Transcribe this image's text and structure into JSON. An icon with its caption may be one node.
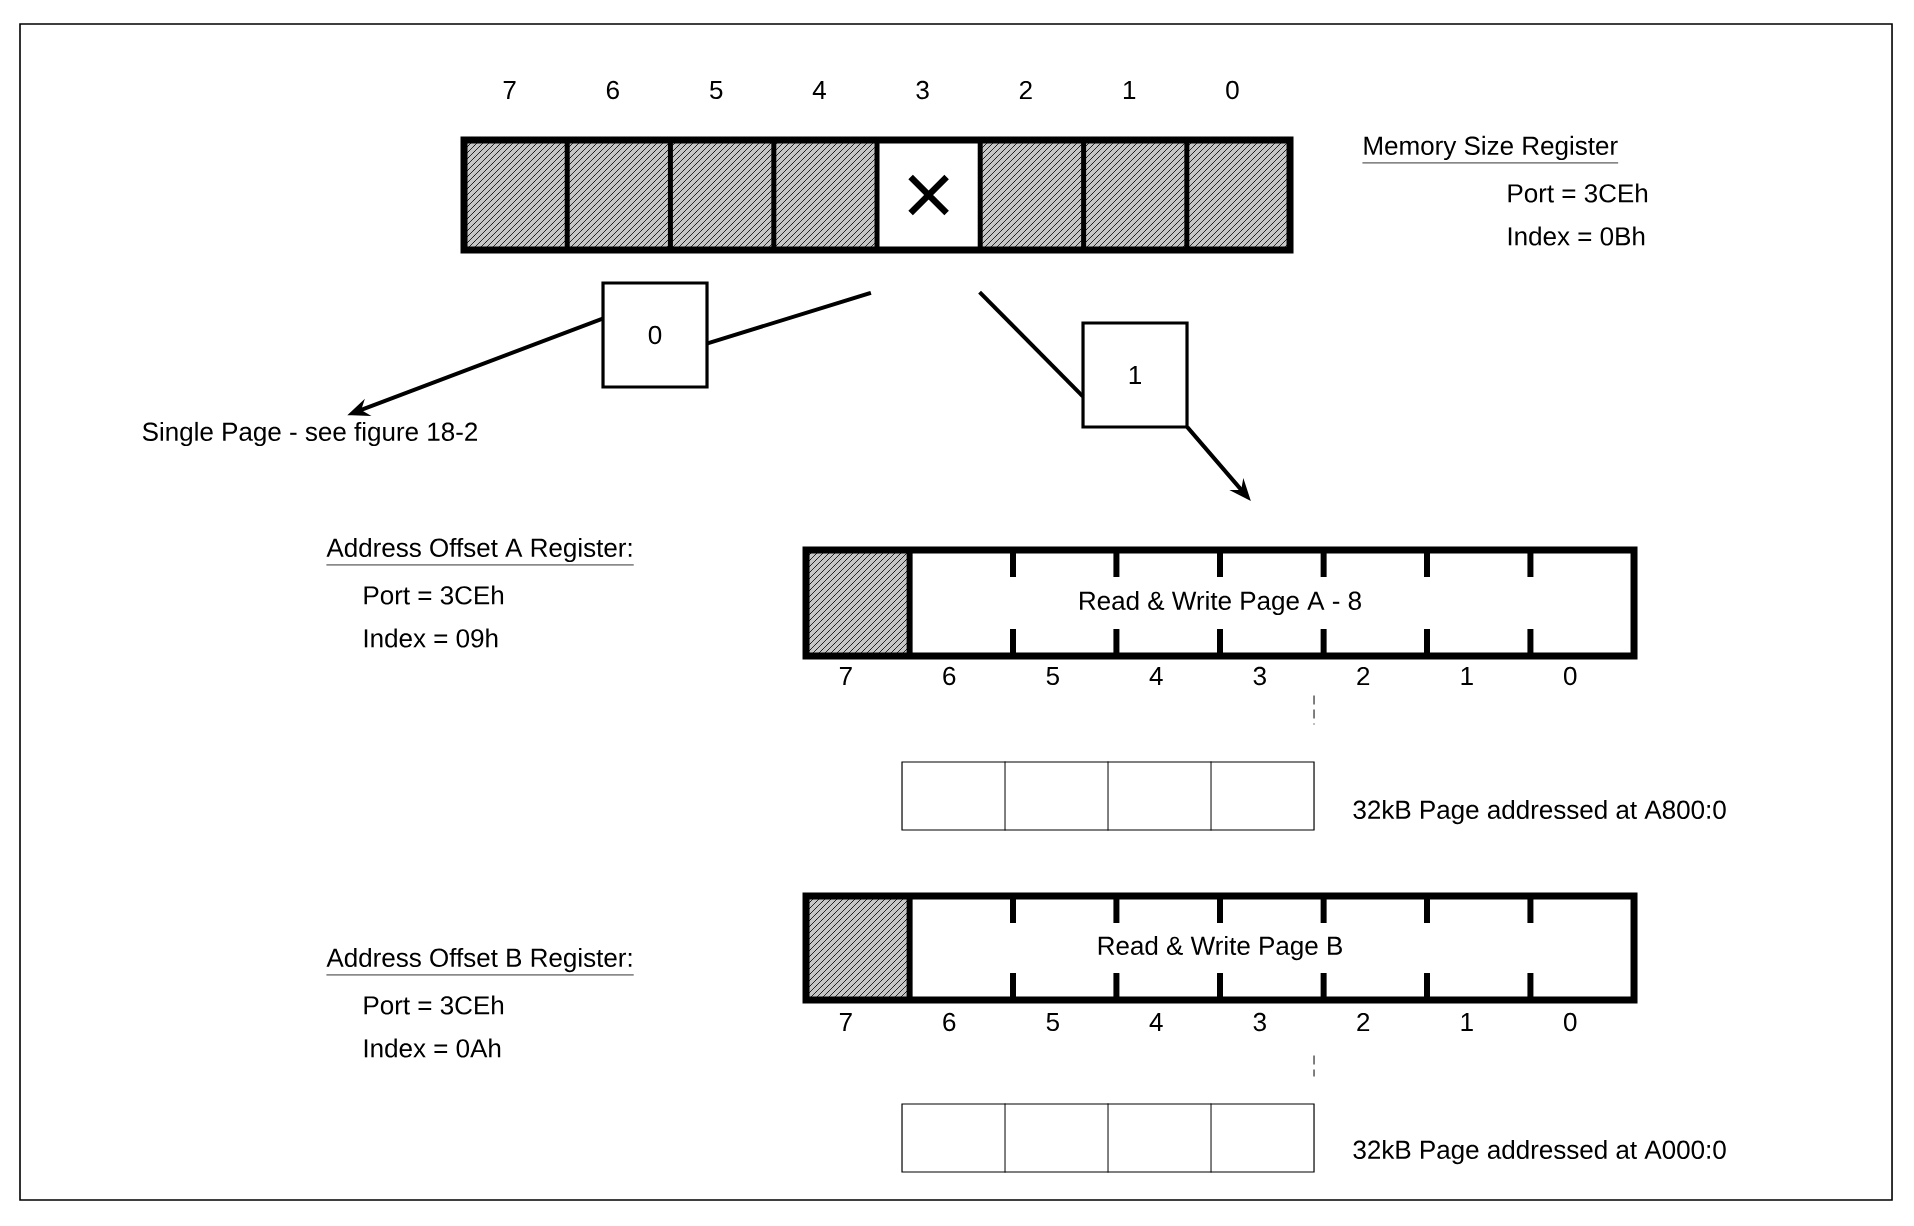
{
  "diagram": {
    "nodes": [
      {
        "text": [],
        "shape": "bar",
        "beside": [
          "Memory Size Register",
          "Port = 3CEh",
          "Index = 0Bh"
        ]
      },
      {
        "text": [
          "0"
        ]
      },
      {
        "text": [
          "1"
        ]
      },
      {
        "text": [
          "Single Page - see figure 18-2"
        ]
      },
      {
        "text": [
          "Read & Write Page A - 8"
        ],
        "beside": [
          "Address Offset A Register:",
          "Port = 3CEh",
          "Index = 09h"
        ]
      },
      {
        "text": [
          "Read & Write Page B"
        ],
        "beside": [
          "Address Offset B Register:",
          "Port = 3CEh",
          "Index = 0Ah"
        ]
      },
      {
        "text": [],
        "shape": "box",
        "beside": [
          "32kB Page addressed at A800:0"
        ]
      },
      {
        "text": [],
        "shape": "box",
        "beside": [
          "32kB Page addressed at A000:0"
        ]
      }
    ],
    "edges": [
      {
        "from": 0,
        "to": 1,
        "arrow": "none"
      },
      {
        "from": 1,
        "to": 3,
        "arrow": "to"
      },
      {
        "from": 0,
        "to": 2,
        "arrow": "none"
      },
      {
        "from": 2,
        "to": 4,
        "arrow": "to"
      }
    ],
    "labels": [
      "7",
      "6",
      "5",
      "4",
      "3",
      "2",
      "1",
      "0",
      "7",
      "6",
      "5",
      "4",
      "3",
      "2",
      "1",
      "0",
      "7",
      "6",
      "5",
      "4",
      "3",
      "2",
      "1",
      "0"
    ]
  }
}
